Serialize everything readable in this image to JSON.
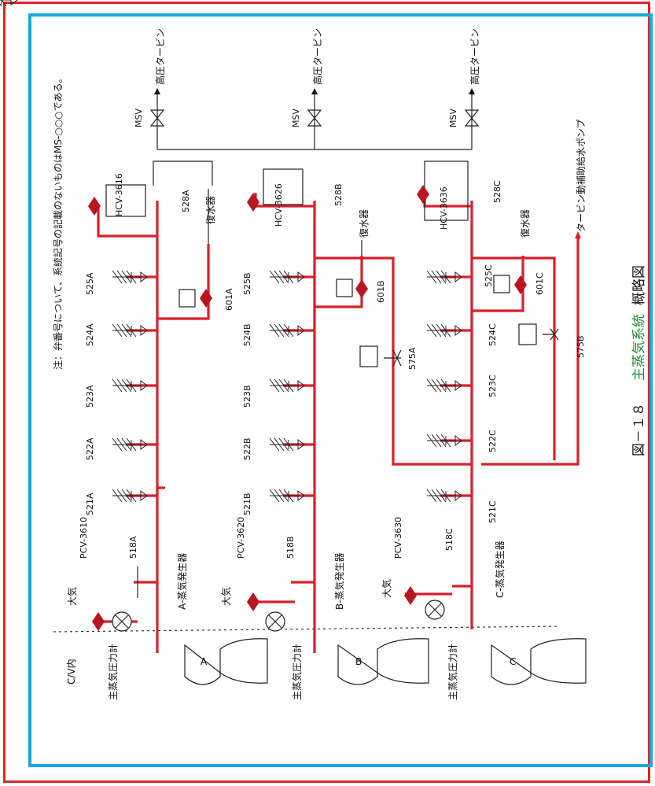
{
  "note": "注：弁番号について、系統記号の記載のないものはMS-○○○である。",
  "caption": {
    "figure": "図－１８",
    "title": "主蒸気系統",
    "suffix": "概略図"
  },
  "destinations": {
    "hp_turbine": "高圧タービン",
    "condenser": "復水器",
    "tdafw_pump": "タービン動補助給水ポンプ",
    "atmosphere": "大気"
  },
  "cv_label": "C/V内",
  "pressure_gauge": "主蒸気圧力計",
  "msv": "MSV",
  "trains": [
    {
      "sg_name": "A-蒸気発生器",
      "sg_letter": "A",
      "pcv": "PCV-3610",
      "v518": "518A",
      "safeties": [
        "521A",
        "522A",
        "523A",
        "524A",
        "525A"
      ],
      "v601": "601A",
      "hcv": "HCV-3616",
      "v528": "528A"
    },
    {
      "sg_name": "B-蒸気発生器",
      "sg_letter": "B",
      "pcv": "PCV-3620",
      "v518": "518B",
      "safeties": [
        "521B",
        "522B",
        "523B",
        "524B",
        "525B"
      ],
      "v601": "601B",
      "hcv": "HCV-3626",
      "v528": "528B"
    },
    {
      "sg_name": "C-蒸気発生器",
      "sg_letter": "C",
      "pcv": "PCV-3630",
      "v518": "518C",
      "safeties": [
        "521C",
        "522C",
        "523C",
        "524C",
        "525C"
      ],
      "v601": "601C",
      "hcv": "HCV-3636",
      "v528": "528C"
    }
  ],
  "v575": [
    "575A",
    "575B"
  ],
  "colors": {
    "steam_line": "#d8202c",
    "outer_frame": "#e0202a",
    "inner_frame": "#1aa7e0",
    "caption_green": "#1c8f3a"
  }
}
